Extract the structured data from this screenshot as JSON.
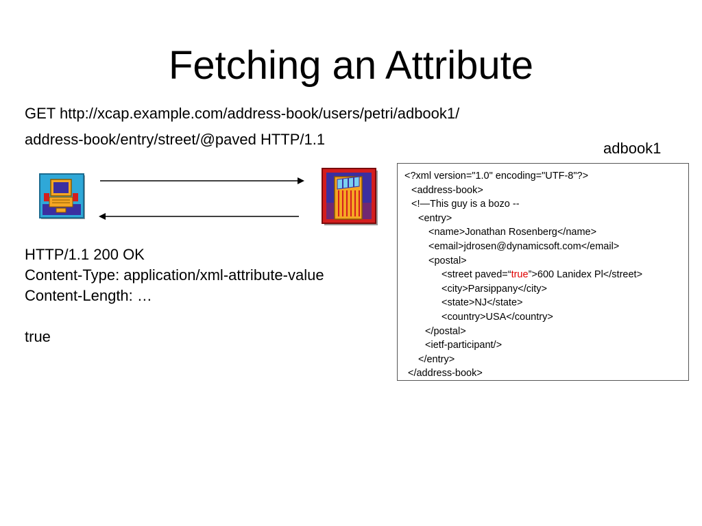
{
  "slide": {
    "title": "Fetching an Attribute",
    "request": {
      "line1": "GET http://xcap.example.com/address-book/users/petri/adbook1/",
      "line2": "address-book/entry/street/@paved HTTP/1.1"
    },
    "response": {
      "status": "HTTP/1.1 200 OK",
      "content_type": "Content-Type: application/xml-attribute-value",
      "content_length": "Content-Length: …",
      "body": "true"
    },
    "document_label": "adbook1",
    "xml": {
      "l1": "<?xml version=\"1.0\" encoding=\"UTF-8\"?>",
      "l2": "<address-book>",
      "l3": "<!—This guy is a bozo --",
      "l4": "<entry>",
      "l5": "<name>Jonathan Rosenberg</name>",
      "l6": "<email>jdrosen@dynamicsoft.com</email>",
      "l7": "<postal>",
      "l8a": "<street paved=“",
      "l8b": "true",
      "l8c": "”>600 Lanidex Pl</street>",
      "l9": "<city>Parsippany</city>",
      "l10": "<state>NJ</state>",
      "l11": "<country>USA</country>",
      "l12": "</postal>",
      "l13": "<ietf-participant/>",
      "l14": "</entry>",
      "l15": "</address-book>"
    },
    "colors": {
      "highlight": "#e00000",
      "client_bg": "#2fa8d8",
      "server_bg": "#d41e1e",
      "server_body": "#f5a623",
      "screen_blue": "#3b2fa0"
    }
  }
}
